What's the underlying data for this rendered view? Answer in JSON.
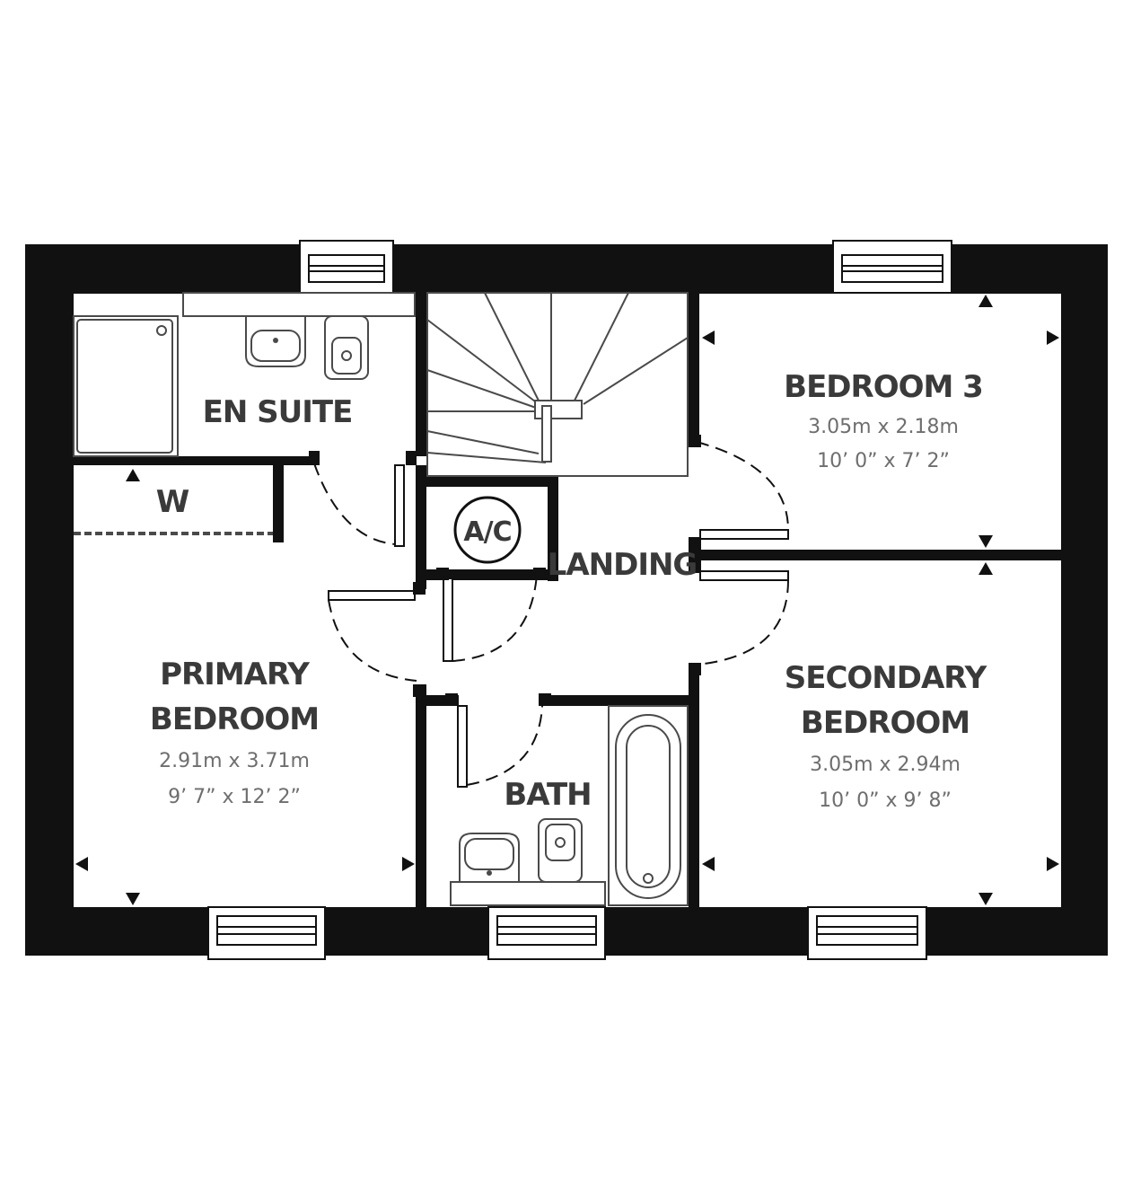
{
  "rooms": {
    "en_suite": {
      "name": "EN SUITE"
    },
    "wardrobe": {
      "name": "W"
    },
    "airing_cupboard": {
      "name": "A/C"
    },
    "landing": {
      "name": "LANDING"
    },
    "bedroom3": {
      "name": "BEDROOM 3",
      "metric": "3.05m x 2.18m",
      "imperial": "10’ 0” x 7’ 2”"
    },
    "primary_bedroom": {
      "name_line1": "PRIMARY",
      "name_line2": "BEDROOM",
      "metric": "2.91m x 3.71m",
      "imperial": "9’ 7” x 12’ 2”"
    },
    "bath": {
      "name": "BATH"
    },
    "secondary_bedroom": {
      "name_line1": "SECONDARY",
      "name_line2": "BEDROOM",
      "metric": "3.05m x 2.94m",
      "imperial": "10’ 0” x 9’ 8”"
    }
  },
  "colors": {
    "wall": "#111111",
    "label": "#3a3a3a",
    "dimension": "#6e6e6e"
  }
}
